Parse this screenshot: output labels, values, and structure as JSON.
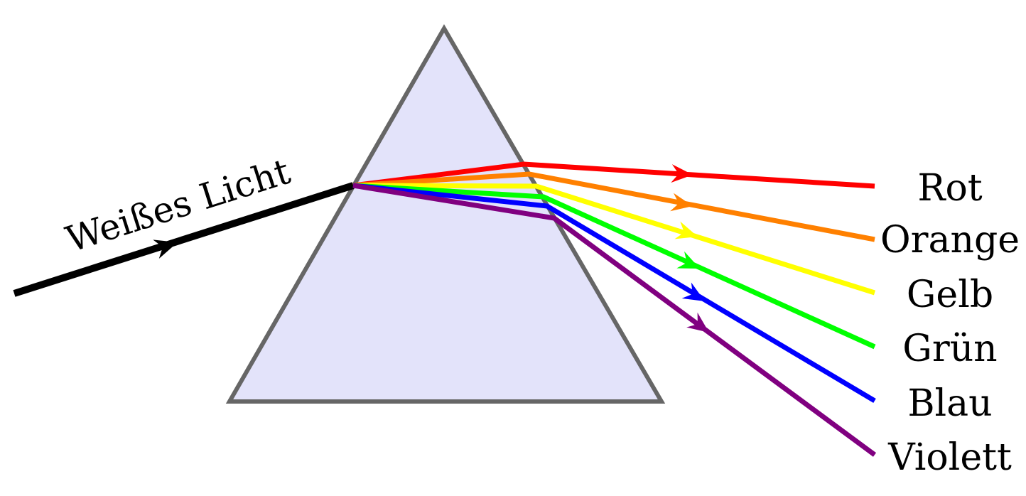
{
  "incoming_beam": {
    "label": "Weißes Licht",
    "color": "#000000"
  },
  "prism": {
    "fill": "#e3e3fa",
    "stroke": "#666666"
  },
  "rays": [
    {
      "label": "Rot",
      "color": "#ff0000"
    },
    {
      "label": "Orange",
      "color": "#ff8000"
    },
    {
      "label": "Gelb",
      "color": "#ffff00"
    },
    {
      "label": "Grün",
      "color": "#00ff00"
    },
    {
      "label": "Blau",
      "color": "#0000ff"
    },
    {
      "label": "Violett",
      "color": "#800080"
    }
  ]
}
